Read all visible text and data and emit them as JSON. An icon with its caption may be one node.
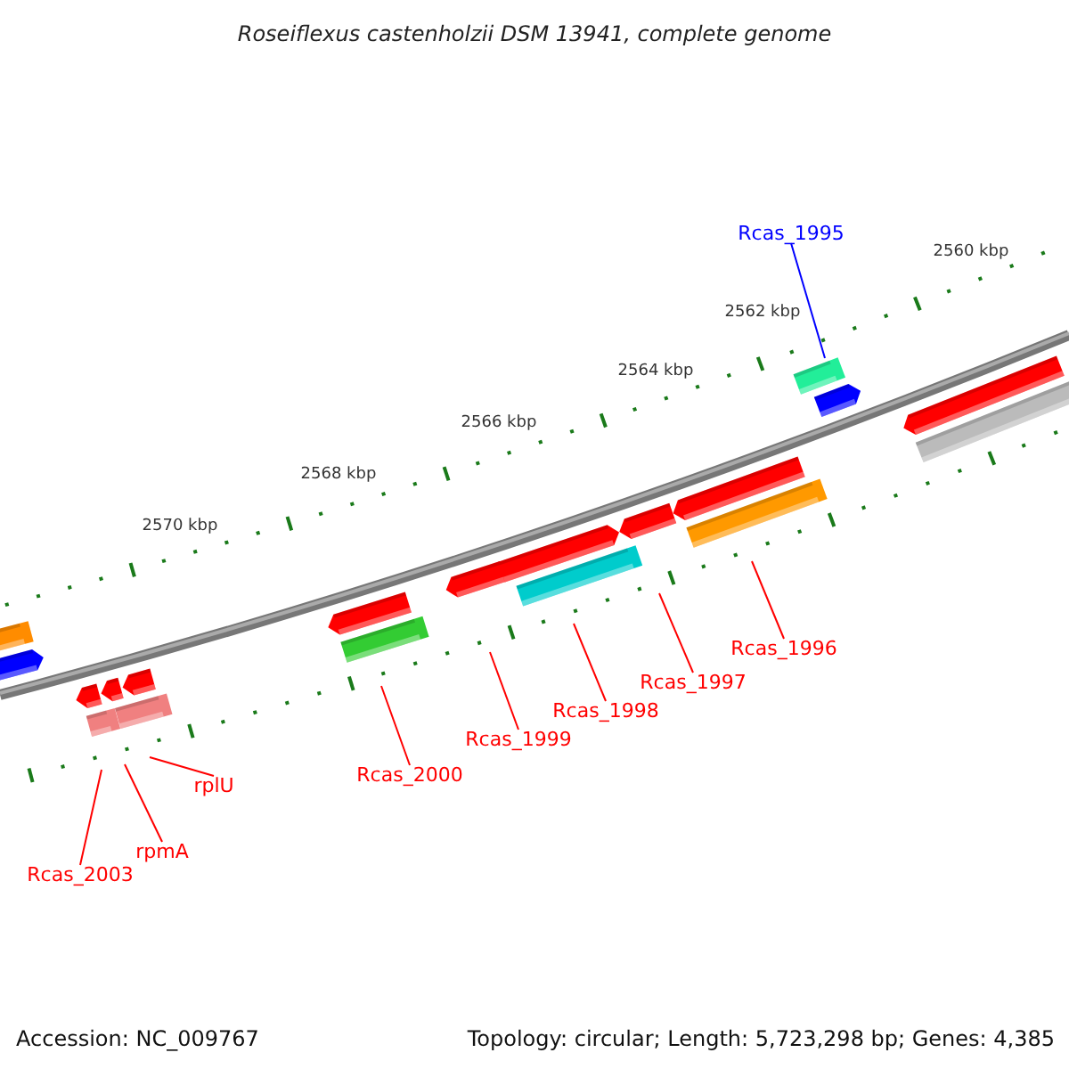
{
  "diagram": {
    "title": "Roseiflexus castenholzii DSM 13941, complete genome",
    "nodes": [
      {
        "text": [
          "Rcas_1995"
        ]
      },
      {
        "text": [
          "Rcas_1996"
        ]
      },
      {
        "text": [
          "Rcas_1997"
        ]
      },
      {
        "text": [
          "Rcas_1998"
        ]
      },
      {
        "text": [
          "Rcas_1999"
        ]
      },
      {
        "text": [
          "Rcas_2000"
        ]
      },
      {
        "text": [
          "rplU"
        ]
      },
      {
        "text": [
          "rpmA"
        ]
      },
      {
        "text": [
          "Rcas_2003"
        ]
      }
    ],
    "edges": [
      {
        "from": 0,
        "to": null,
        "arrow": "none",
        "color": "#0000ff"
      },
      {
        "from": 1,
        "to": null,
        "arrow": "none"
      },
      {
        "from": 2,
        "to": null,
        "arrow": "none"
      },
      {
        "from": 3,
        "to": null,
        "arrow": "none"
      },
      {
        "from": 4,
        "to": null,
        "arrow": "none"
      },
      {
        "from": 5,
        "to": null,
        "arrow": "none"
      },
      {
        "from": 6,
        "to": null,
        "arrow": "none"
      },
      {
        "from": 7,
        "to": null,
        "arrow": "none"
      },
      {
        "from": 8,
        "to": null,
        "arrow": "none"
      }
    ],
    "labels": [
      "2560 kbp",
      "2562 kbp",
      "2564 kbp",
      "2566 kbp",
      "2568 kbp",
      "2570 kbp",
      "Accession: NC_009767",
      "Topology: circular; Length: 5,723,298 bp; Genes: 4,385"
    ]
  }
}
